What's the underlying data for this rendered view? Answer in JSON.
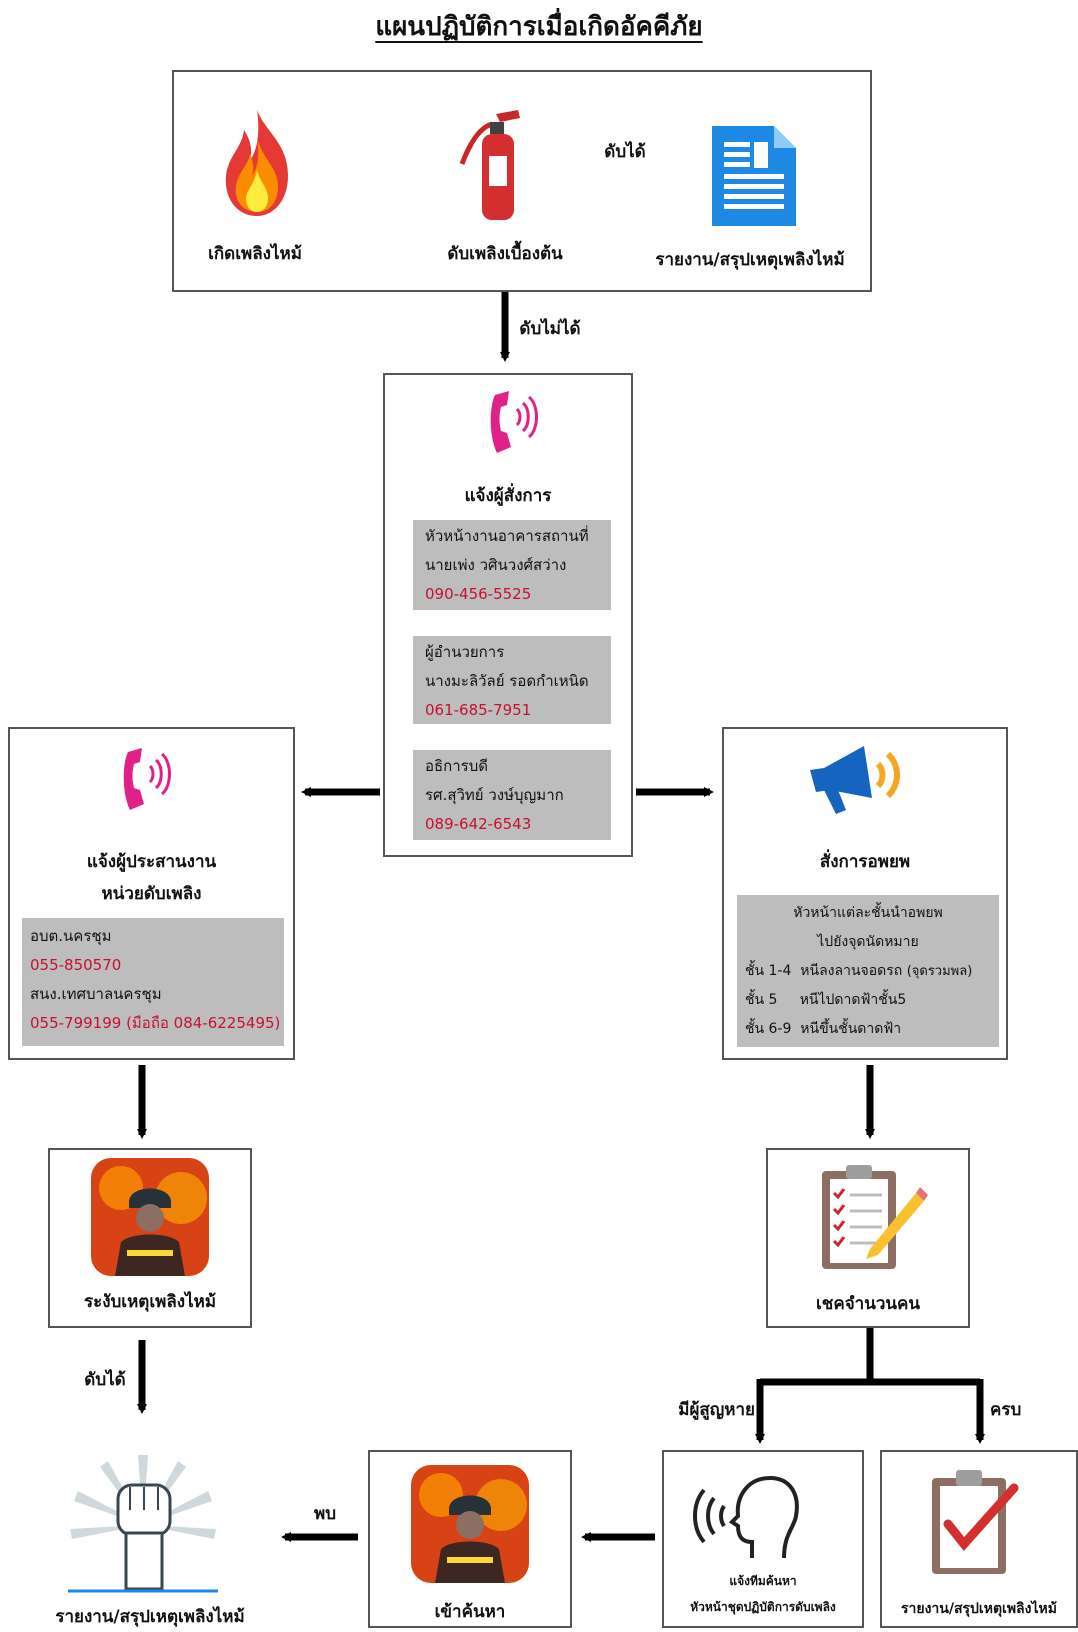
{
  "title": "แผนปฏิบัติการเมื่อเกิดอัคคีภัย",
  "top_row": {
    "fire_label": "เกิดเพลิงไหม้",
    "extinguish_label": "ดับเพลิงเบื้องต้น",
    "report_label": "รายงาน/สรุปเหตุเพลิงไหม้",
    "arrow_success_label": "ดับได้",
    "arrow_fail_label": "ดับไม่ได้"
  },
  "notify_commander": {
    "label": "แจ้งผู้สั่งการ",
    "contacts": [
      {
        "role": "หัวหน้างานอาคารสถานที่",
        "name": "นายเพ่ง วศินวงศ์สว่าง",
        "phone": "090-456-5525"
      },
      {
        "role": "ผู้อำนวยการ",
        "name": "นางมะลิวัลย์ รอดกำเหนิด",
        "phone": "061-685-7951"
      },
      {
        "role": "อธิการบดี",
        "name": "รศ.สุวิทย์ วงษ์บุญมาก",
        "phone": "089-642-6543"
      }
    ]
  },
  "notify_coordinator": {
    "label_line1": "แจ้งผู้ประสานงาน",
    "label_line2": "หน่วยดับเพลิง",
    "org1": "อบต.นครชุม",
    "phone1": "055-850570",
    "org2": "สนง.เทศบาลนครชุม",
    "phone2": "055-799199 (มือถือ 084-6225495)"
  },
  "evacuation": {
    "label": "สั่งการอพยพ",
    "header_line1": "หัวหน้าแต่ละชั้นนำอพยพ",
    "header_line2": "ไปยังจุดนัดหมาย",
    "rows": [
      {
        "floor": "ชั้น 1-4",
        "action": "หนีลงลานจอดรถ",
        "note": "(จุดรวมพล)"
      },
      {
        "floor": "ชั้น 5",
        "action": "หนีไปดาดฟ้าชั้น5",
        "note": ""
      },
      {
        "floor": "ชั้น 6-9",
        "action": "หนีขึ้นชั้นดาดฟ้า",
        "note": ""
      }
    ]
  },
  "suppress": {
    "label": "ระงับเหตุเพลิงไหม้",
    "arrow_label": "ดับได้"
  },
  "headcount": {
    "label": "เชคจำนวนคน",
    "missing_label": "มีผู้สูญหาย",
    "complete_label": "ครบ"
  },
  "bottom_row": {
    "final_report_label": "รายงาน/สรุปเหตุเพลิงไหม้",
    "found_label": "พบ",
    "search_label": "เข้าค้นหา",
    "notify_search_line1": "แจ้งทีมค้นหา",
    "notify_search_line2": "หัวหน้าชุดปฏิบัติการดับเพลิง",
    "complete_report_label": "รายงาน/สรุปเหตุเพลิงไหม้"
  },
  "colors": {
    "box_border": "#555555",
    "gray_panel": "#bdbdbd",
    "phone_red": "#c8102e",
    "phone_icon": "#e0218a",
    "doc_blue": "#1e88e5",
    "megaphone_blue": "#1565c0",
    "megaphone_orange": "#f5a623"
  }
}
